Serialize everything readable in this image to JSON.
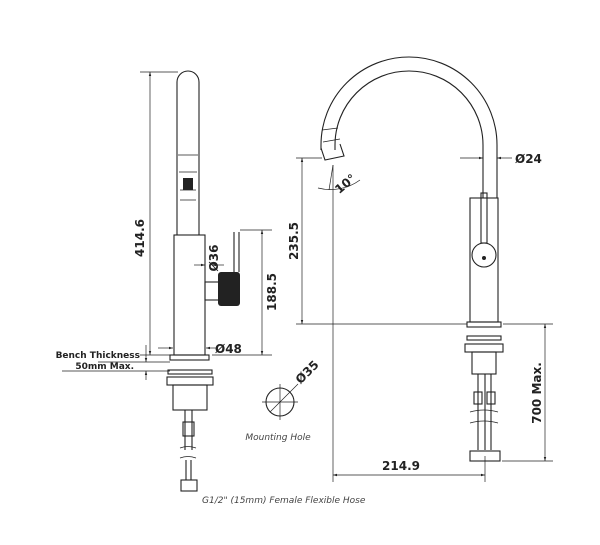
{
  "dimensions": {
    "left_height": "414.6",
    "lever_height": "188.5",
    "body_diameter": "Ø36",
    "base_diameter": "Ø48",
    "spout_height": "235.5",
    "spout_angle": "10°",
    "tube_diameter": "Ø24",
    "hole_diameter": "Ø35",
    "reach": "214.9",
    "hose_length": "700  Max."
  },
  "labels": {
    "bench_line1": "Bench Thickness",
    "bench_line2": "50mm Max.",
    "mounting_hole": "Mounting Hole",
    "hose": "G1/2\" (15mm) Female Flexible Hose"
  }
}
